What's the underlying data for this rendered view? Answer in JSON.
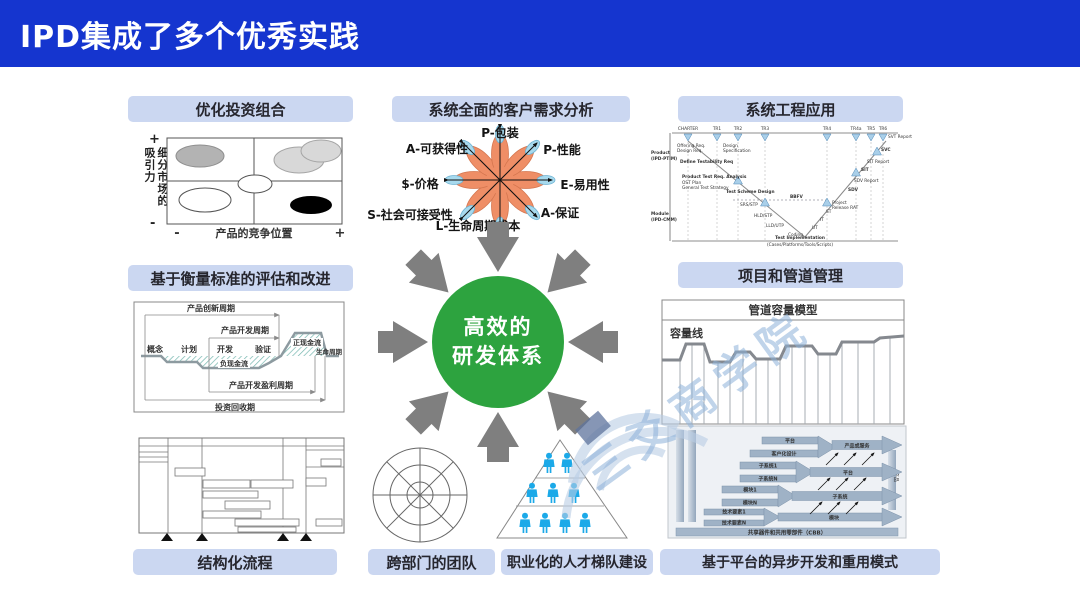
{
  "slide": {
    "title": "IPD集成了多个优秀实践"
  },
  "watermark": {
    "text": "三爻商学院"
  },
  "hub": {
    "line1": "高效的",
    "line2": "研发体系"
  },
  "portfolio": {
    "title": "优化投资组合",
    "y_plus": "+",
    "y_minus": "-",
    "y_axis": "细分市场的吸引力",
    "x_minus": "-",
    "x_plus": "+",
    "x_axis": "产品的竞争位置"
  },
  "needs": {
    "title": "系统全面的客户需求分析",
    "labels": [
      "P-包装",
      "P-性能",
      "E-易用性",
      "A-保证",
      "L-生命周期成本",
      "S-社会可接受性",
      "$-价格",
      "A-可获得性"
    ]
  },
  "syseng": {
    "title": "系统工程应用",
    "milestones": [
      "CHARTER",
      "TR1",
      "TR2",
      "TR3",
      "TR4",
      "TR4a",
      "TR5",
      "TR6"
    ],
    "axis": {
      "product1": "Product",
      "product2": "(IPD-PTIM)",
      "module1": "Module",
      "module2": "(IPD-CMM)"
    },
    "labels": {
      "offering": "Offering Req.",
      "design_req": "Design Req.",
      "design": "Design",
      "spec": "Specification",
      "testability": "Define Testability Req",
      "ptra": "Product Test Req. Analysis",
      "ost": "OST Plan",
      "gts": "General Test Strategy",
      "tsd": "Test Scheme Design",
      "srs": "SRS/STP",
      "hld": "HLD/STP",
      "lld": "LLD/UTP",
      "coding": "Coding",
      "ut": "UT",
      "it": "IT",
      "st": "ST",
      "bbfv": "BBFV",
      "project": "Project",
      "rat": "Release RAT",
      "sdv": "SDV",
      "sdv_r": "SDV Report",
      "sit": "SIT",
      "sit_r": "SIT Report",
      "svc": "SVC",
      "svt_r": "SVT Report",
      "impl": "Test Implementation",
      "impl2": "(Cases/Platforms/Tools/Scripts)"
    }
  },
  "metrics": {
    "title": "基于衡量标准的评估和改进",
    "innovation_cycle": "产品创新周期",
    "dev_cycle": "产品开发周期",
    "phases": [
      "概念",
      "计划",
      "开发",
      "验证"
    ],
    "neg_cash": "负现金流",
    "pos_cash": "正现金流",
    "lifecycle": "生命周期",
    "profit_cycle": "产品开发盈利周期",
    "payback": "投资回收期"
  },
  "pipeline": {
    "title": "项目和管道管理",
    "model_title": "管道容量模型",
    "capacity": "容量线"
  },
  "captions": {
    "process": "结构化流程",
    "team": "跨部门的团队",
    "talent": "职业化的人才梯队建设",
    "platform": "基于平台的异步开发和重用模式"
  },
  "platform": {
    "rows": [
      {
        "a": "平台",
        "b": "客户化设计",
        "out": "产品或服务"
      },
      {
        "a": "子系统1",
        "b": "子系统N",
        "out": "平台"
      },
      {
        "a": "模块1",
        "b": "模块N",
        "out": "子系统"
      },
      {
        "a": "技术要素1",
        "b": "技术要素N",
        "out": "模块"
      }
    ],
    "cbb": "共享器件和共用零部件（CBB）",
    "right_bar": "产品"
  },
  "colors": {
    "header_blue": "#1535cf",
    "accent_green": "#2da33f",
    "pill_blue": "#cbd7f1",
    "arrow_gray": "#7f7f7f",
    "petal_orange": "#ef8e66",
    "petal_tip_blue": "#a7d9ed",
    "person_blue": "#1ba9e8",
    "steel_blue": "#9fb2c6"
  }
}
